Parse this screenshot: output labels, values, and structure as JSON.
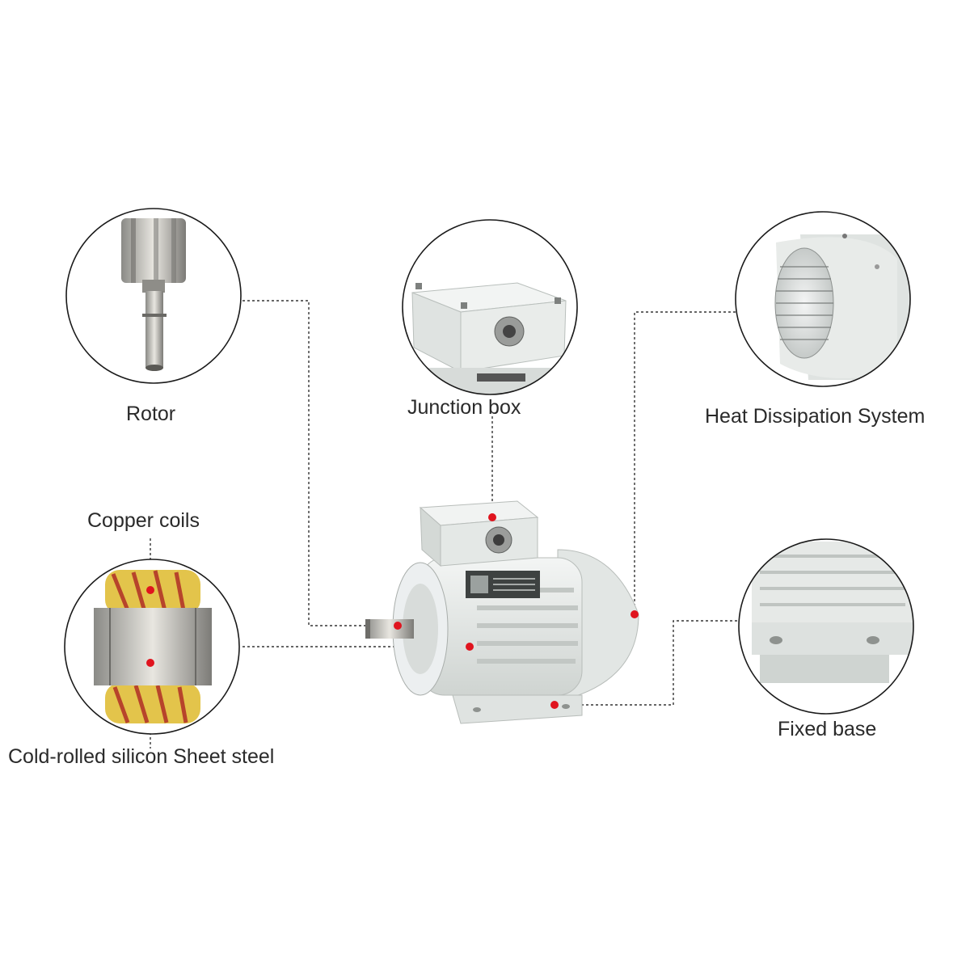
{
  "parts": {
    "rotor": {
      "label": "Rotor"
    },
    "junction_box": {
      "label": "Junction box"
    },
    "heat_dissipation": {
      "label": "Heat Dissipation System"
    },
    "copper_coils": {
      "label": "Copper coils"
    },
    "silicon_steel": {
      "label": "Cold-rolled silicon Sheet steel"
    },
    "fixed_base": {
      "label": "Fixed base"
    }
  },
  "colors": {
    "marker": "#e0141e",
    "leader": "#333333",
    "body": "#e9ecea",
    "shadow": "#c8cdca"
  }
}
